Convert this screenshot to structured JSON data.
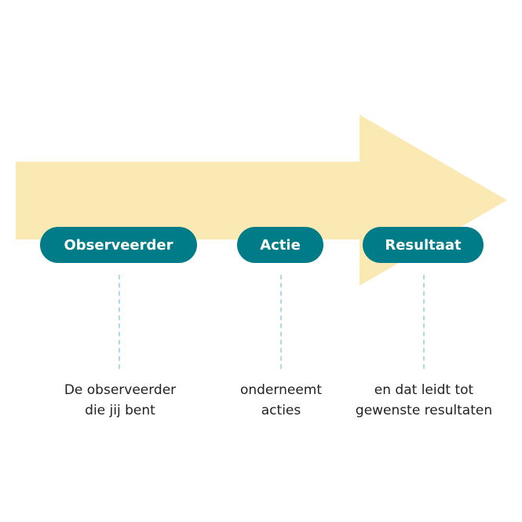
{
  "colors": {
    "arrow_fill": "#fbe9b3",
    "pill_fill": "#007c89",
    "pill_text": "#ffffff",
    "connector": "#a9dde3",
    "caption_text": "#222222"
  },
  "steps": [
    {
      "label": "Observeerder",
      "caption_lines": [
        "De observeerder",
        "die jij bent"
      ]
    },
    {
      "label": "Actie",
      "caption_lines": [
        "onderneemt",
        "acties"
      ]
    },
    {
      "label": "Resultaat",
      "caption_lines": [
        "en dat leidt tot",
        "gewenste resultaten"
      ]
    }
  ]
}
